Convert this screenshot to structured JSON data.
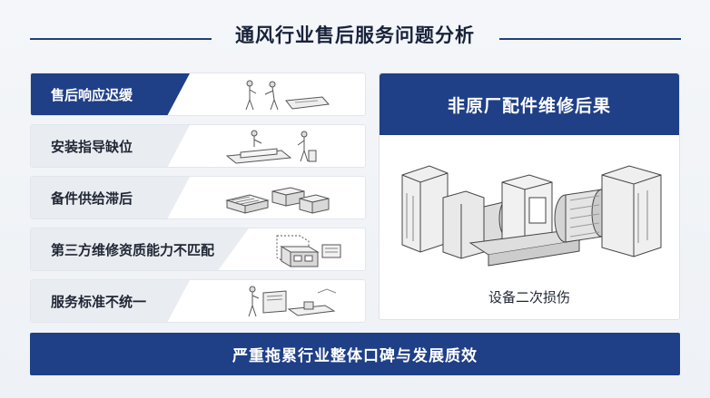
{
  "page": {
    "title": "通风行业售后服务问题分析"
  },
  "issues": [
    {
      "label": "售后响应迟缓",
      "illustration": "workers-inspecting-icon",
      "active": true
    },
    {
      "label": "安装指导缺位",
      "illustration": "workers-installing-icon",
      "active": false
    },
    {
      "label": "备件供给滞后",
      "illustration": "spare-parts-boxes-icon",
      "active": false
    },
    {
      "label": "第三方维修资质能力不匹配",
      "illustration": "repair-workbench-icon",
      "active": false
    },
    {
      "label": "服务标准不统一",
      "illustration": "worker-console-icon",
      "active": false
    }
  ],
  "right_panel": {
    "title": "非原厂配件维修后果",
    "caption": "设备二次损伤",
    "illustration": "industrial-fan-equipment-icon"
  },
  "bottom": {
    "text": "严重拖累行业整体口碑与发展质效"
  },
  "colors": {
    "accent": "#1f3f87",
    "title_line": "#1f3f7a",
    "background": "#f2f4f8"
  }
}
